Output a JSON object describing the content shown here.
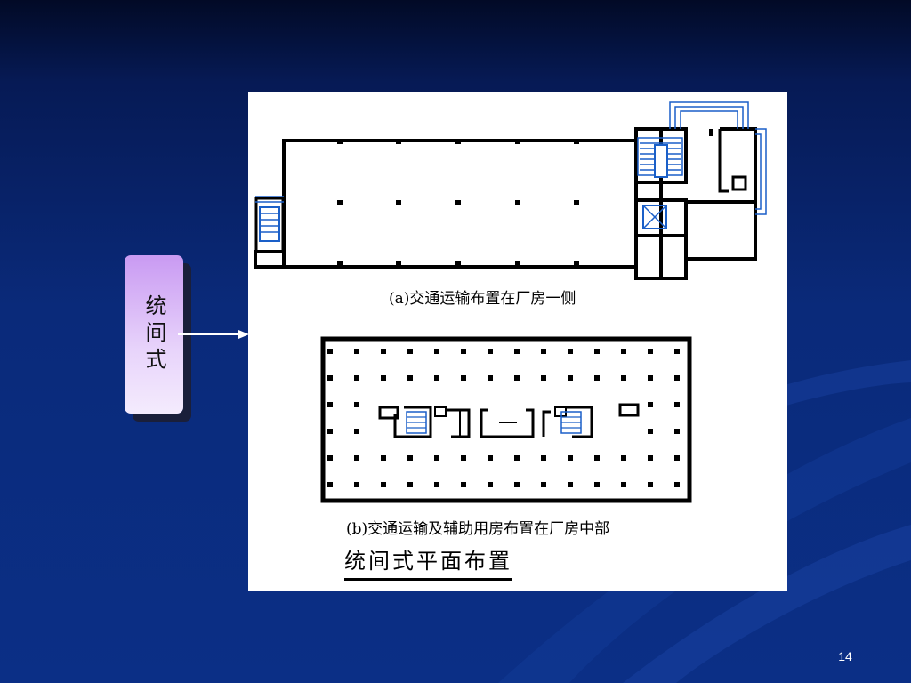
{
  "side_label": {
    "text": "统间式"
  },
  "figure": {
    "caption_a": "(a)交通运输布置在厂房一侧",
    "caption_b": "(b)交通运输及辅助用房布置在厂房中部",
    "title": "统间式平面布置"
  },
  "slide": {
    "page_number": "14"
  },
  "colors": {
    "background": "#0a2a7a",
    "label_gradient_top": "#c99af2",
    "label_gradient_bottom": "#f4ebfd",
    "stair_blue": "#1a5fc8",
    "wall": "#000000"
  }
}
